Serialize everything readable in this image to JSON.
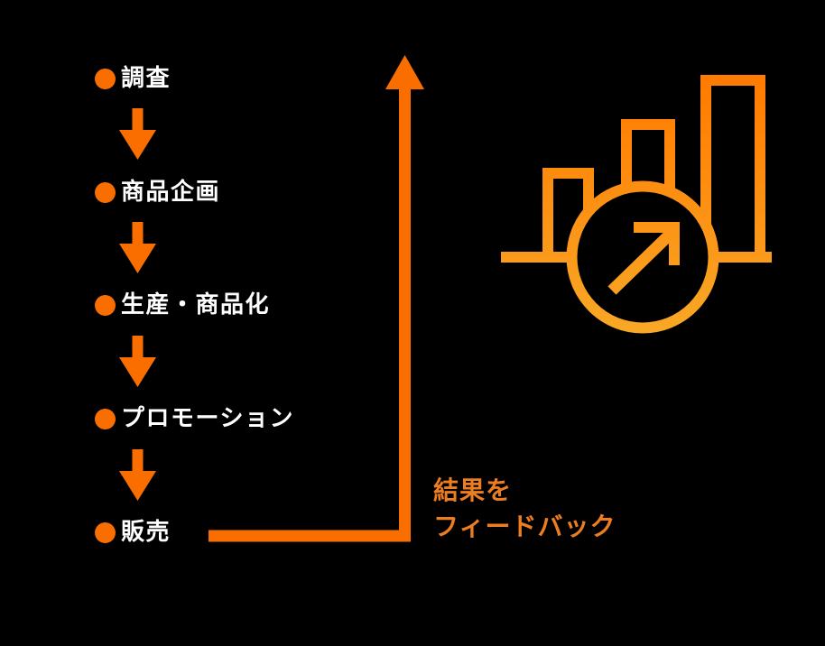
{
  "flow": {
    "steps": [
      {
        "label": "調査"
      },
      {
        "label": "商品企画"
      },
      {
        "label": "生産・商品化"
      },
      {
        "label": "プロモーション"
      },
      {
        "label": "販売"
      }
    ]
  },
  "feedback": {
    "line1": "結果を",
    "line2": "フィードバック"
  },
  "icons": {
    "bullet": "orange-dot",
    "down_arrow": "orange-down-arrow",
    "feedback_arrow": "l-shaped-up-arrow",
    "growth_chart": "bar-chart-with-rising-arrow-in-circle"
  },
  "colors": {
    "background": "#000000",
    "accent_orange": "#FA6E00",
    "feedback_text": "#EC7D20",
    "icon_gradient_top": "#FF7A00",
    "icon_gradient_bottom": "#F9A826",
    "step_text": "#FFFFFF"
  }
}
